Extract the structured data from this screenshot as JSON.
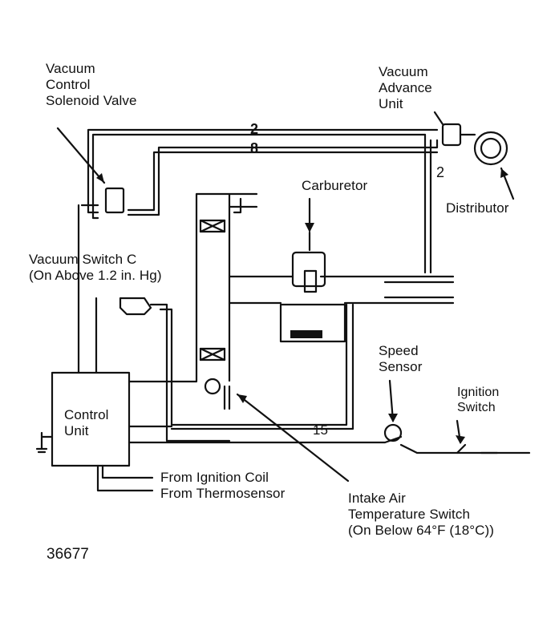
{
  "labels": {
    "vcsv": [
      "Vacuum",
      "Control",
      "Solenoid Valve"
    ],
    "vau": [
      "Vacuum",
      "Advance",
      "Unit"
    ],
    "carburetor": "Carburetor",
    "distributor": "Distributor",
    "vacuum_switch": [
      "Vacuum Switch C",
      "(On Above 1.2 in. Hg)"
    ],
    "speed_sensor": [
      "Speed",
      "Sensor"
    ],
    "ignition_switch": [
      "Ignition",
      "Switch"
    ],
    "control_unit": [
      "Control",
      "Unit"
    ],
    "from_coil": "From Ignition Coil",
    "from_thermo": "From Thermosensor",
    "iats": [
      "Intake Air",
      "Temperature Switch",
      "(On Below 64°F (18°C))"
    ]
  },
  "hose_numbers": {
    "h2a": "2",
    "h8": "8",
    "h2b": "2",
    "h15": "15"
  },
  "figure_number": "36677"
}
